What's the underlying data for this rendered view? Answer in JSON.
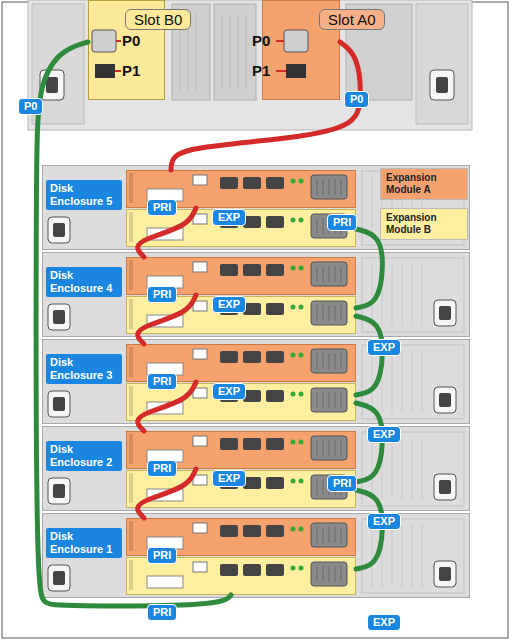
{
  "diagram": {
    "nodes": [
      {
        "text": [
          "Slot B0"
        ]
      },
      {
        "text": [
          "Slot A0"
        ]
      },
      {
        "text": [
          "Disk Enclosure 5"
        ]
      },
      {
        "text": [
          "PRI",
          "EXP"
        ],
        "in": 2
      },
      {
        "text": [
          "PRI"
        ],
        "in": 2
      },
      {
        "text": [
          "Disk Enclosure 4"
        ]
      },
      {
        "text": [
          "PRI",
          "EXP"
        ],
        "in": 5
      },
      {
        "text": [
          "EXP"
        ],
        "in": 5
      },
      {
        "text": [
          "Disk Enclosure 3"
        ]
      },
      {
        "text": [
          "PRI",
          "EXP"
        ],
        "in": 8
      },
      {
        "text": [
          "EXP"
        ],
        "in": 8
      },
      {
        "text": [
          "Disk Enclosure 2"
        ]
      },
      {
        "text": [
          "PRI",
          "EXP"
        ],
        "in": 11
      },
      {
        "text": [
          "PRI",
          "EXP"
        ],
        "in": 11
      },
      {
        "text": [
          "Disk Enclosure 1"
        ]
      },
      {
        "text": [
          "PRI"
        ],
        "in": 14
      },
      {
        "text": [
          "PRI",
          "EXP"
        ],
        "in": 14
      }
    ],
    "edges": [
      {
        "from": 1,
        "to": 3,
        "arrow": "none"
      },
      {
        "from": 3,
        "to": 6,
        "arrow": "none"
      },
      {
        "from": 6,
        "to": 9,
        "arrow": "none"
      },
      {
        "from": 9,
        "to": 12,
        "arrow": "none"
      },
      {
        "from": 12,
        "to": 15,
        "arrow": "none"
      },
      {
        "from": 0,
        "to": 16,
        "arrow": "none"
      },
      {
        "from": 16,
        "to": 13,
        "arrow": "none"
      },
      {
        "from": 13,
        "to": 10,
        "arrow": "none"
      },
      {
        "from": 10,
        "to": 7,
        "arrow": "none"
      },
      {
        "from": 7,
        "to": 4,
        "arrow": "none"
      }
    ],
    "labels": [
      "P0",
      "P1",
      "P0",
      "P1",
      "P0",
      "P0"
    ],
    "legend": [
      {
        "text": "Expansion Module A",
        "color": "#f5a26e"
      },
      {
        "text": "Expansion Module B",
        "color": "#fdeea0"
      }
    ]
  }
}
